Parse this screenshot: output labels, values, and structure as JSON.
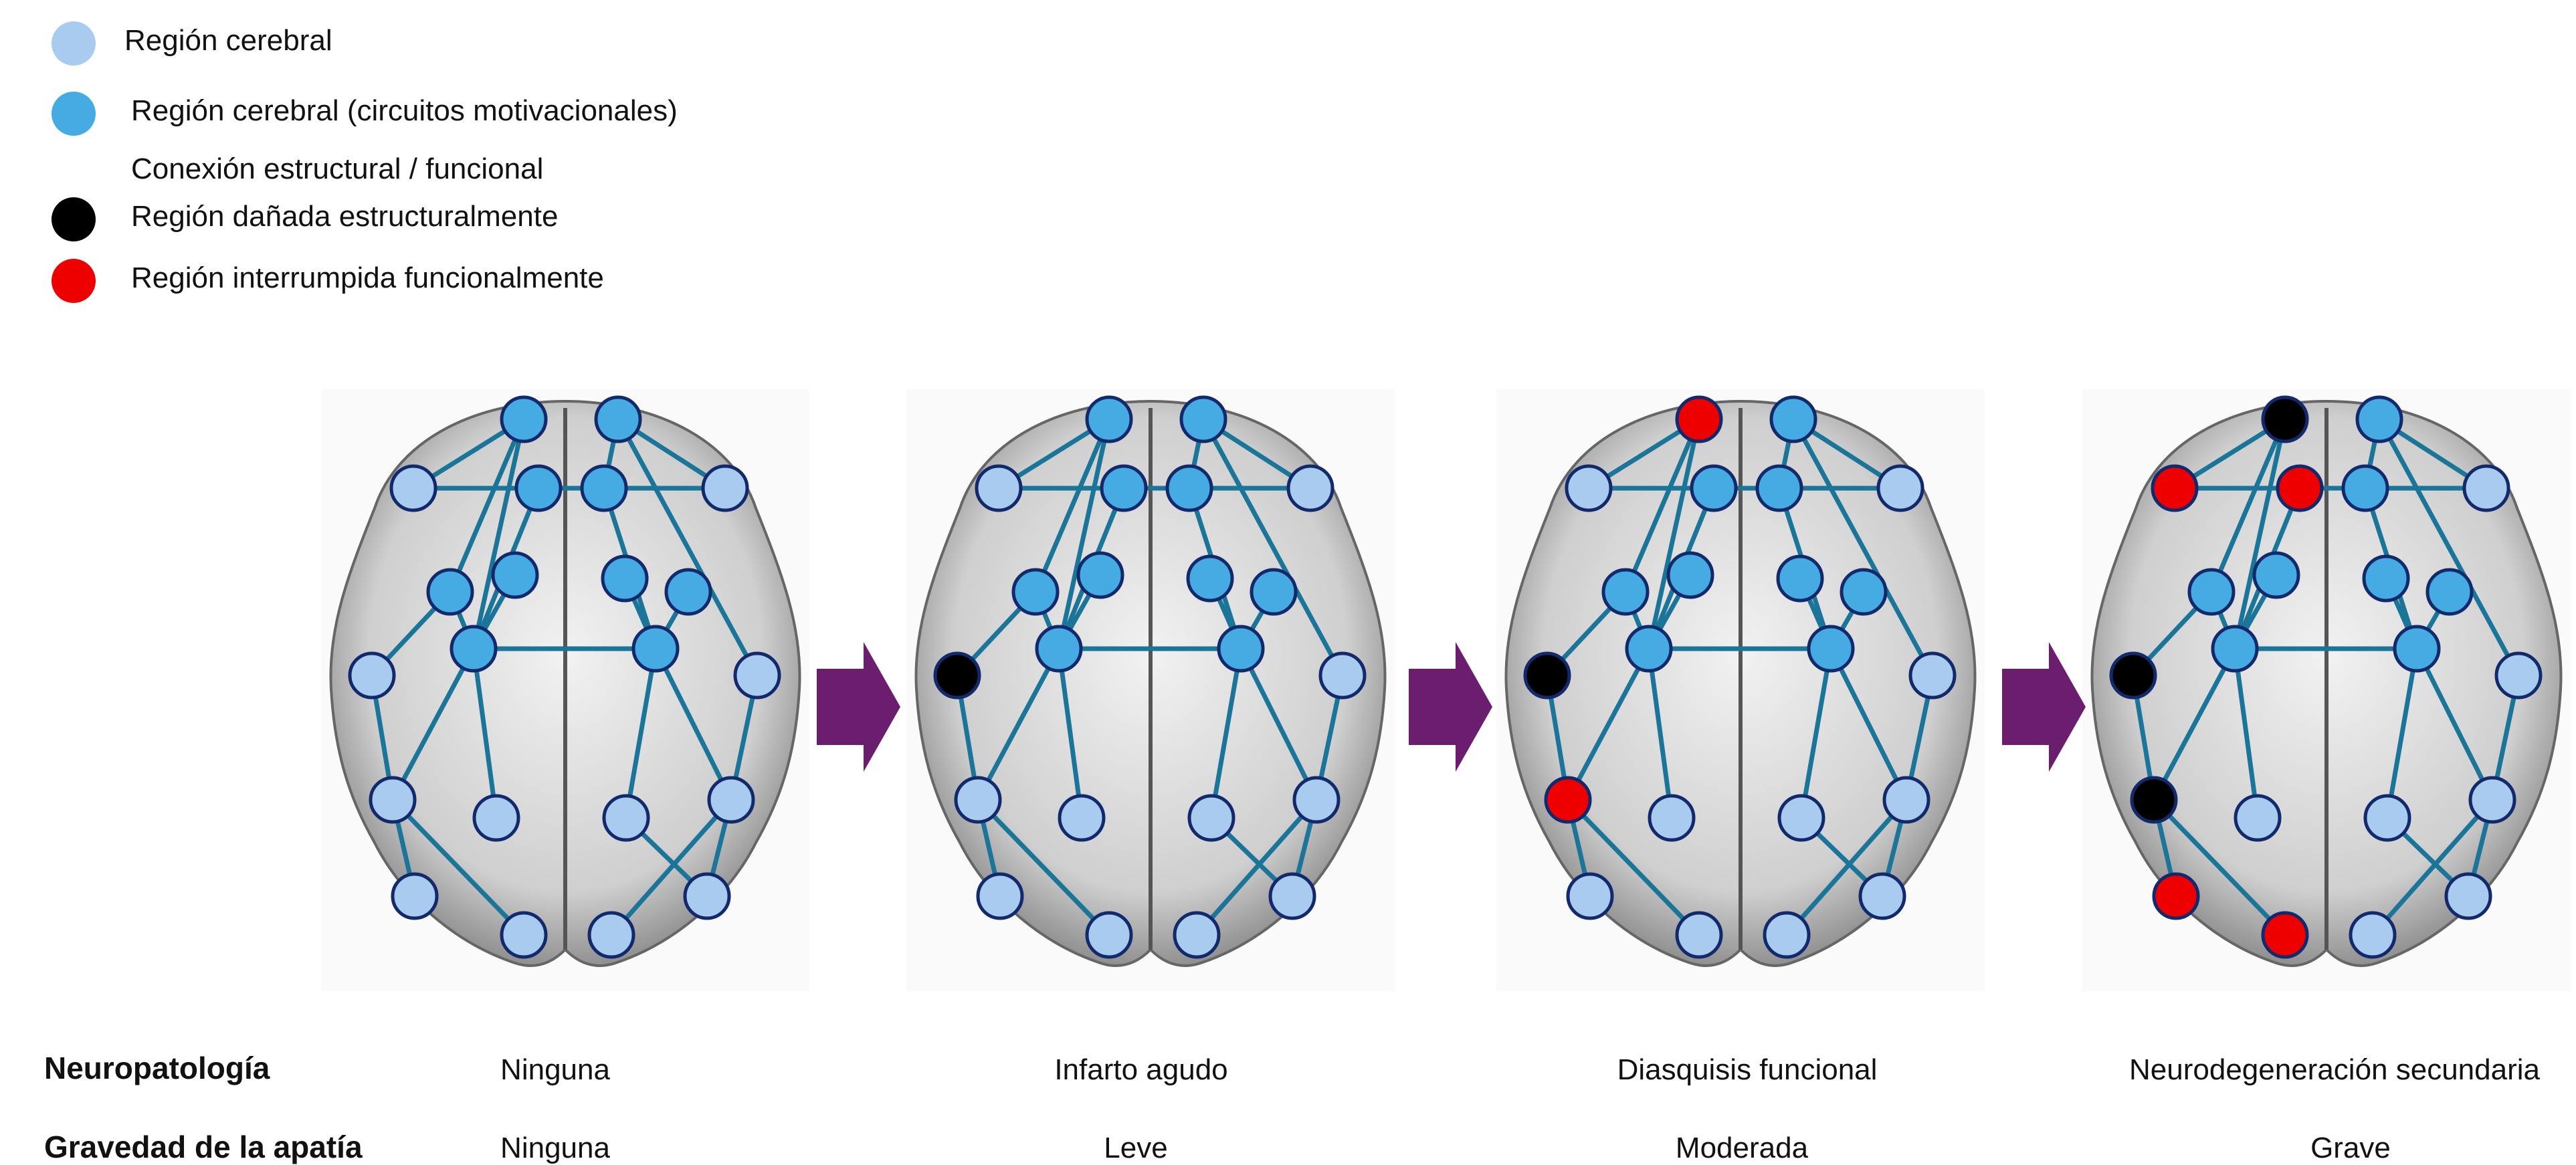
{
  "legend": {
    "items": [
      {
        "label": "Región cerebral",
        "color": "#a9cbef",
        "kind": "dot"
      },
      {
        "label": "Región cerebral (circuitos motivacionales)",
        "color": "#45abe2",
        "kind": "dot"
      },
      {
        "label": "Conexión estructural / funcional",
        "color": "#1a7599",
        "kind": "line"
      },
      {
        "label": "Región dañada estructuralmente",
        "color": "#000000",
        "kind": "dot"
      },
      {
        "label": "Región interrumpida funcionalmente",
        "color": "#ee0000",
        "kind": "dot"
      }
    ]
  },
  "colors": {
    "regular": "#a9cbef",
    "motivational": "#45abe2",
    "damaged": "#000000",
    "disrupted": "#ee0000",
    "connection": "#1a7599",
    "node_outline": "#122a6b",
    "arrow": "#6b1e6e"
  },
  "stages": [
    {
      "id": "stage-1",
      "status": {}
    },
    {
      "id": "stage-2",
      "status": {
        "L3": "damaged"
      }
    },
    {
      "id": "stage-3",
      "status": {
        "L3": "damaged",
        "LF1": "disrupted",
        "L4": "disrupted"
      }
    },
    {
      "id": "stage-4",
      "status": {
        "L3": "damaged",
        "LF1": "damaged",
        "L4": "damaged",
        "LF2": "disrupted",
        "LM2": "disrupted",
        "L5": "disrupted",
        "LF5": "disrupted"
      }
    }
  ],
  "rows": {
    "neuropathology": {
      "label": "Neuropatología",
      "values": [
        "Ninguna",
        "Infarto agudo",
        "Diasquisis funcional",
        "Neurodegeneración secundaria"
      ]
    },
    "apathy": {
      "label": "Gravedad de la apatía",
      "values": [
        "Ninguna",
        "Leve",
        "Moderada",
        "Grave"
      ]
    }
  }
}
